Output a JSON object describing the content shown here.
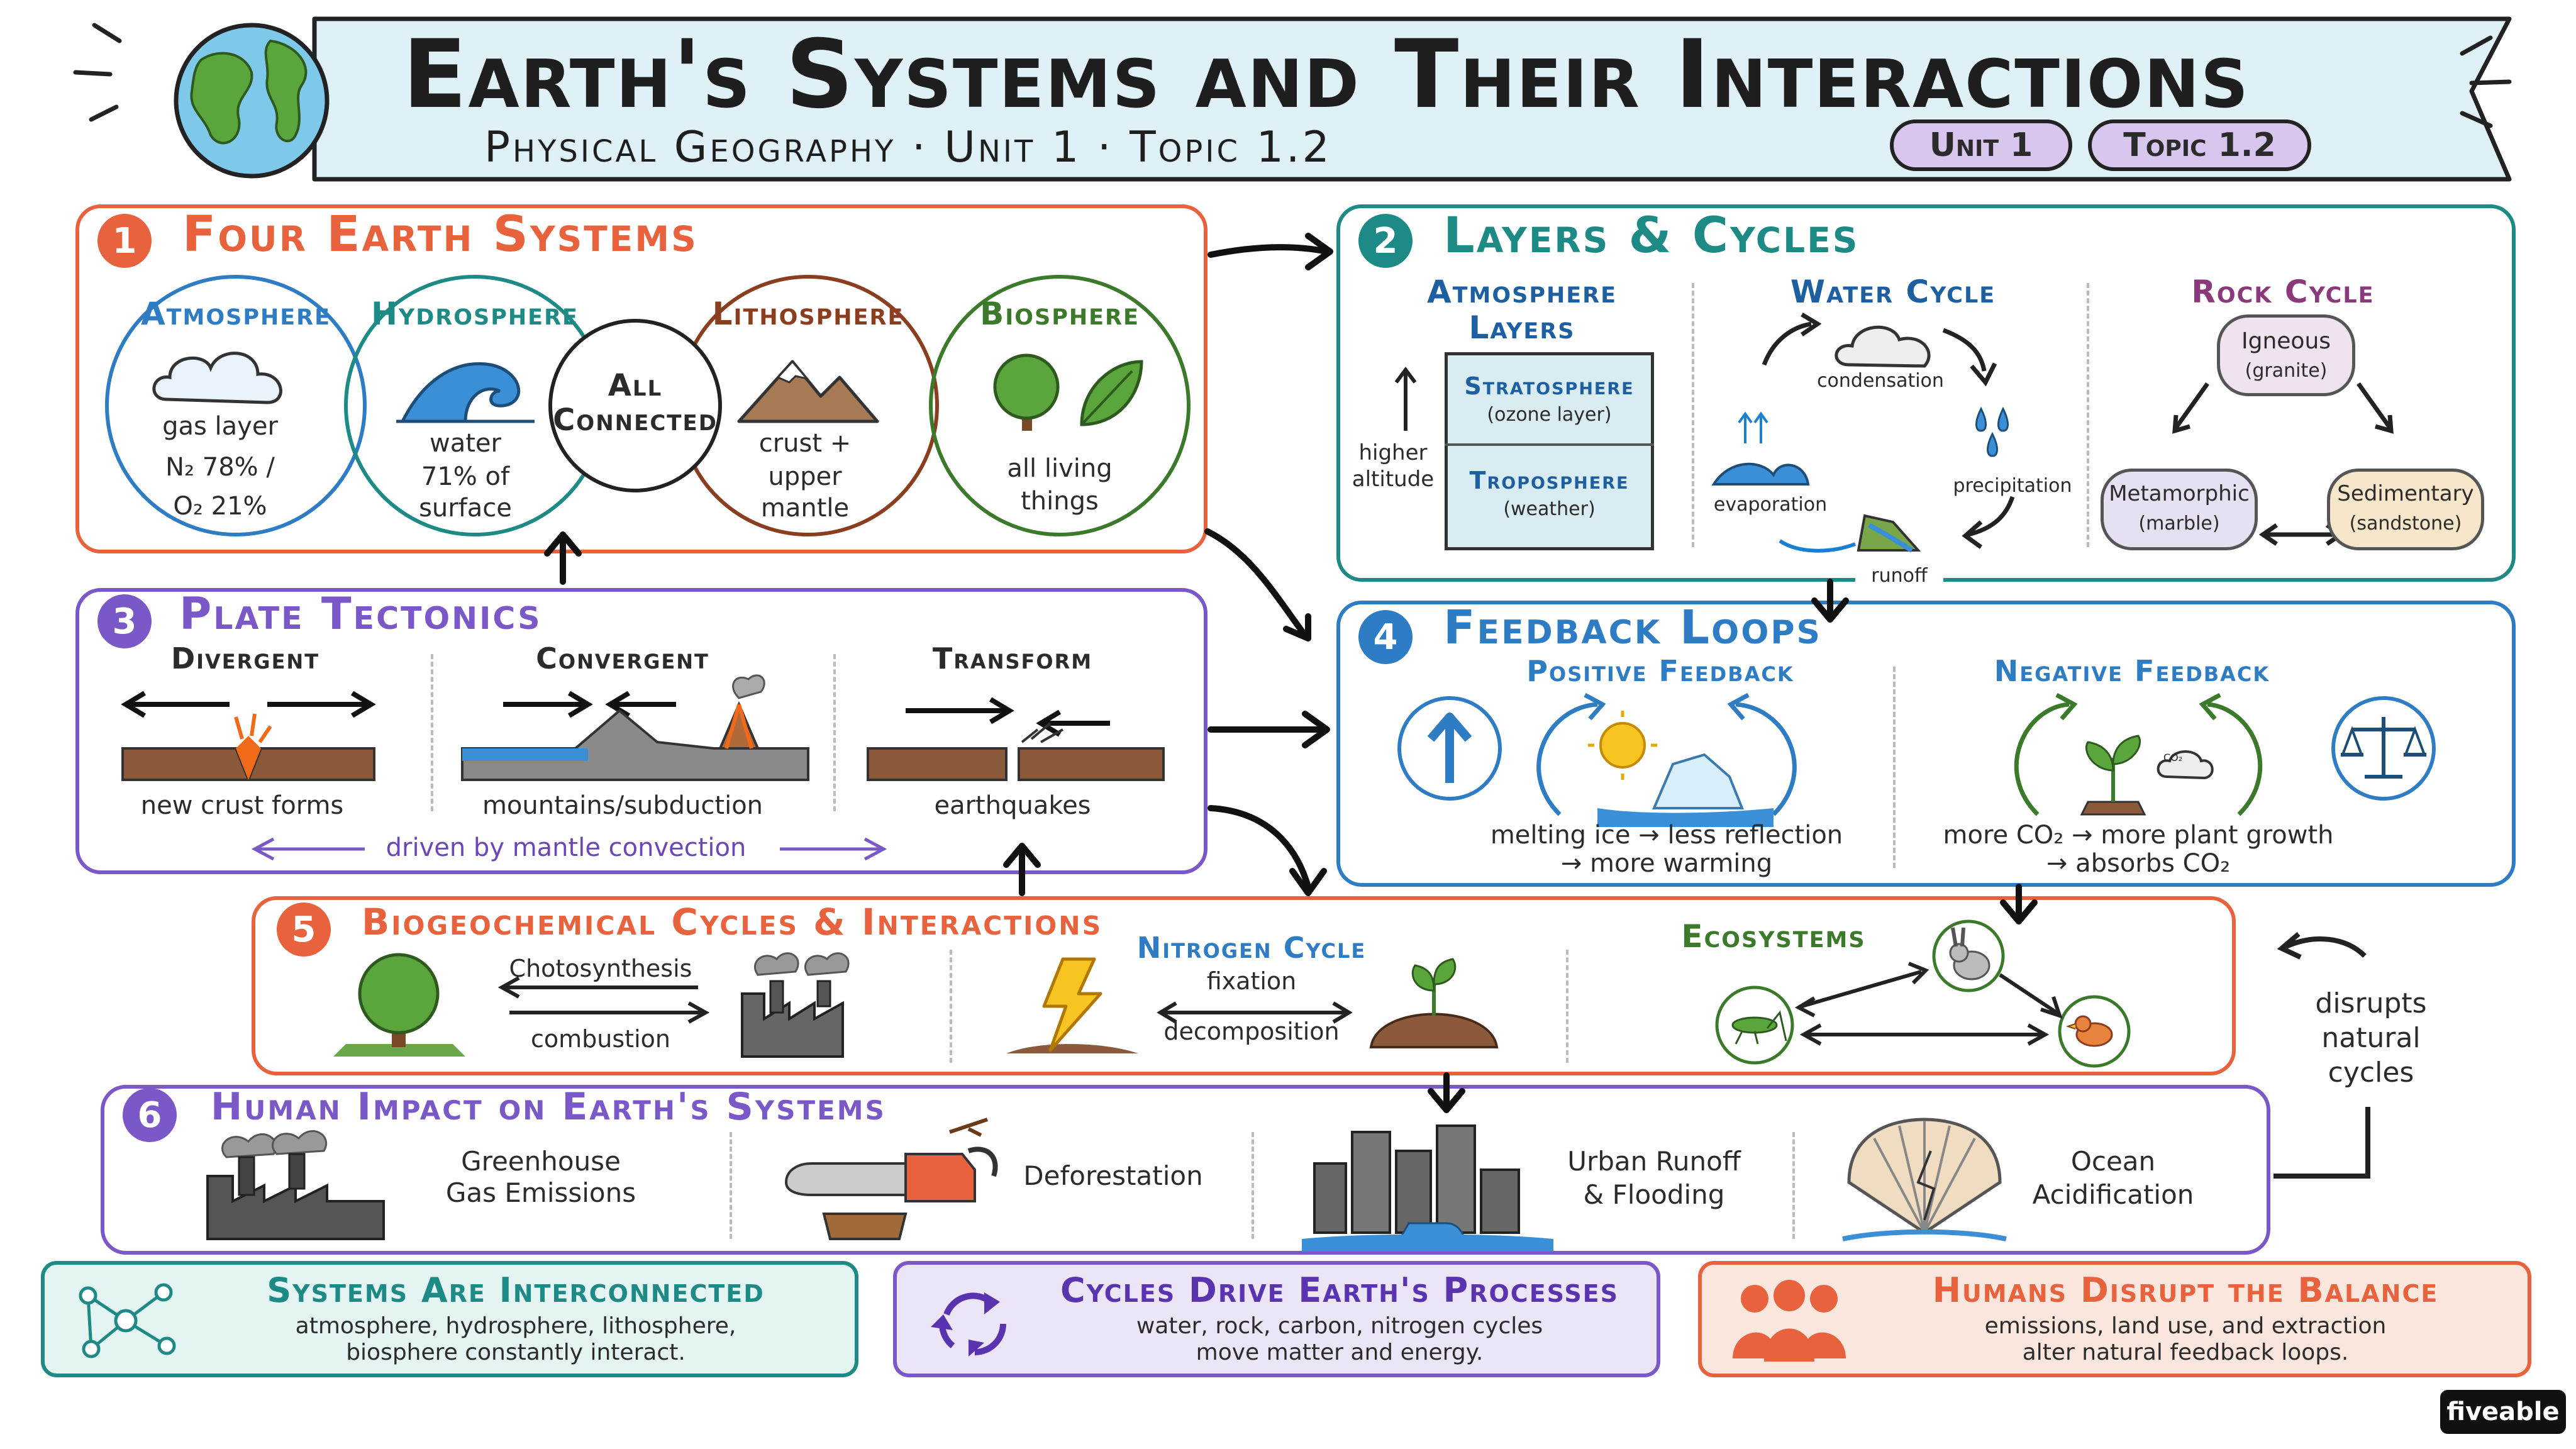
{
  "header": {
    "title": "Earth's Systems and Their Interactions",
    "subtitle": "Physical Geography · Unit 1 · Topic 1.2",
    "badge_unit": "Unit 1",
    "badge_topic": "Topic 1.2"
  },
  "s1": {
    "number": "1",
    "title": "Four Earth Systems",
    "atmosphere": {
      "name": "Atmosphere",
      "desc1": "gas layer",
      "desc2": "N₂ 78% /",
      "desc3": "O₂ 21%"
    },
    "hydrosphere": {
      "name": "Hydrosphere",
      "desc1": "water",
      "desc2": "71% of",
      "desc3": "surface"
    },
    "lithosphere": {
      "name": "Lithosphere",
      "desc1": "crust +",
      "desc2": "upper",
      "desc3": "mantle"
    },
    "biosphere": {
      "name": "Biosphere",
      "desc1": "all living",
      "desc2": "things"
    },
    "center1": "All",
    "center2": "Connected"
  },
  "s2": {
    "number": "2",
    "title": "Layers & Cycles",
    "atm_title1": "Atmosphere",
    "atm_title2": "Layers",
    "strat": "Stratosphere",
    "strat_note": "(ozone layer)",
    "trop": "Troposphere",
    "trop_note": "(weather)",
    "altitude1": "higher",
    "altitude2": "altitude",
    "water_title": "Water Cycle",
    "condensation": "condensation",
    "precipitation": "precipitation",
    "evaporation": "evaporation",
    "runoff": "runoff",
    "rock_title": "Rock Cycle",
    "igneous": "Igneous",
    "igneous_note": "(granite)",
    "metamorphic": "Metamorphic",
    "metamorphic_note": "(marble)",
    "sedimentary": "Sedimentary",
    "sedimentary_note": "(sandstone)"
  },
  "s3": {
    "number": "3",
    "title": "Plate Tectonics",
    "divergent": "Divergent",
    "divergent_desc": "new crust forms",
    "convergent": "Convergent",
    "convergent_desc": "mountains/subduction",
    "transform": "Transform",
    "transform_desc": "earthquakes",
    "driven": "driven by mantle convection"
  },
  "s4": {
    "number": "4",
    "title": "Feedback Loops",
    "positive": "Positive Feedback",
    "pos_line1": "melting ice → less reflection",
    "pos_line2": "→ more warming",
    "negative": "Negative Feedback",
    "neg_line1": "more CO₂ → more plant growth",
    "neg_line2": "→ absorbs CO₂",
    "co2": "CO₂"
  },
  "s5": {
    "number": "5",
    "title": "Biogeochemical Cycles & Interactions",
    "photosynthesis": "Chotosynthesis",
    "combustion": "combustion",
    "nitrogen_title": "Nitrogen Cycle",
    "fixation": "fixation",
    "decomposition": "decomposition",
    "eco_title": "Ecosystems"
  },
  "s6": {
    "number": "6",
    "title": "Human Impact on Earth's Systems",
    "greenhouse1": "Greenhouse",
    "greenhouse2": "Gas Emissions",
    "deforestation": "Deforestation",
    "urban1": "Urban Runoff",
    "urban2": "& Flooding",
    "ocean1": "Ocean",
    "ocean2": "Acidification"
  },
  "side_note": {
    "line1": "disrupts",
    "line2": "natural",
    "line3": "cycles"
  },
  "summary": [
    {
      "title": "Systems Are Interconnected",
      "line1": "atmosphere, hydrosphere, lithosphere,",
      "line2": "biosphere constantly interact."
    },
    {
      "title": "Cycles Drive Earth's Processes",
      "line1": "water, rock, carbon, nitrogen cycles",
      "line2": "move matter and energy."
    },
    {
      "title": "Humans Disrupt the Balance",
      "line1": "emissions, land use, and extraction",
      "line2": "alter natural feedback loops."
    }
  ],
  "brand": "fiveable",
  "colors": {
    "orange": "#e8623d",
    "teal": "#1e8a86",
    "purple": "#7b58c7",
    "blue": "#2d7cc4",
    "header_bg": "#dff1f6",
    "dark": "#222222"
  }
}
